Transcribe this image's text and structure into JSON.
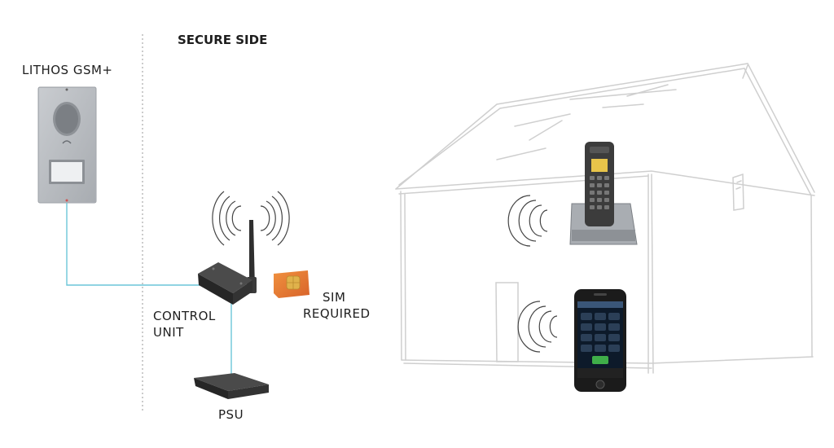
{
  "labels": {
    "secure_side": "SECURE SIDE",
    "panel_name": "LITHOS GSM+",
    "control_unit_line1": "CONTROL",
    "control_unit_line2": "UNIT",
    "sim_line1": "SIM",
    "sim_line2": "REQUIRED",
    "psu": "PSU"
  },
  "colors": {
    "wire": "#6cc6d8",
    "sketch": "#c9c9c9",
    "panel": "#b8bcc1",
    "device_dark": "#3a3a3a",
    "sim_gold": "#d9a441",
    "sim_orange": "#e27b3b"
  },
  "icons": {
    "intercom_panel": "intercom-panel-icon",
    "control_unit": "gsm-control-unit-icon",
    "antenna": "antenna-icon",
    "sim_card": "sim-card-icon",
    "psu": "power-supply-icon",
    "house": "house-sketch",
    "cordless_phone": "cordless-phone-icon",
    "smartphone": "smartphone-icon",
    "signal_waves": "signal-waves-icon"
  }
}
